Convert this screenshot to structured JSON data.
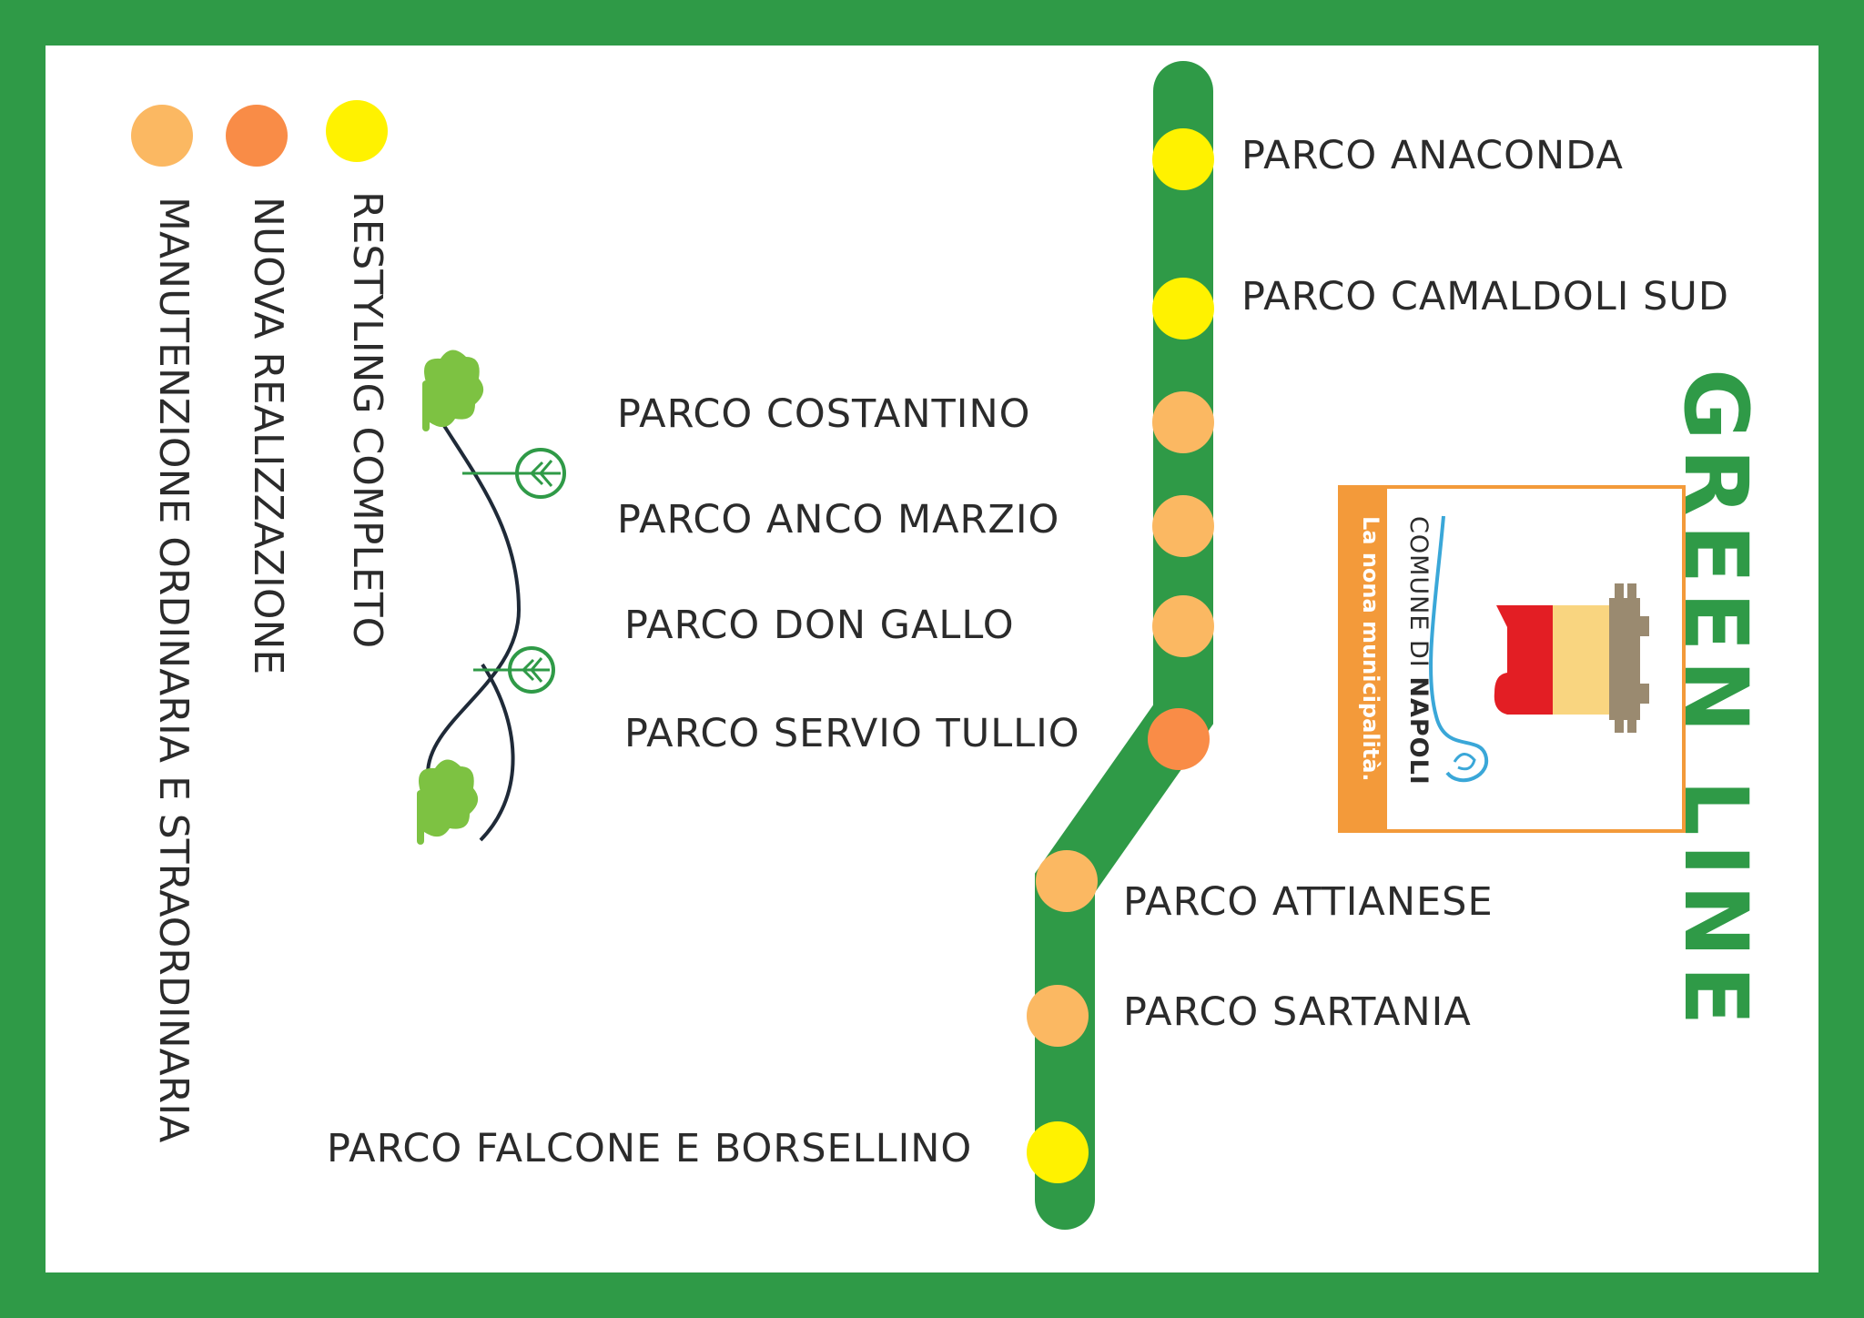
{
  "title": "GREEN LINE",
  "colors": {
    "frame": "#2f9a47",
    "line": "#2f9a47",
    "restyling": "#fff200",
    "nuova": "#f98c47",
    "manutenzione": "#fbb862",
    "label_text": "#2b2b2b"
  },
  "legend": [
    {
      "label": "RESTYLING COMPLETO",
      "status": "restyling"
    },
    {
      "label": "NUOVA REALIZZAZIONE",
      "status": "nuova"
    },
    {
      "label": "MANUTENZIONE ORDINARIA E STRAORDINARIA",
      "status": "manutenzione"
    }
  ],
  "stations": [
    {
      "name": "PARCO ANACONDA",
      "status": "restyling"
    },
    {
      "name": "PARCO CAMALDOLI SUD",
      "status": "restyling"
    },
    {
      "name": "PARCO COSTANTINO",
      "status": "manutenzione"
    },
    {
      "name": "PARCO ANCO MARZIO",
      "status": "manutenzione"
    },
    {
      "name": "PARCO DON GALLO",
      "status": "manutenzione"
    },
    {
      "name": "PARCO SERVIO TULLIO",
      "status": "nuova"
    },
    {
      "name": "PARCO ATTIANESE",
      "status": "manutenzione"
    },
    {
      "name": "PARCO SARTANIA",
      "status": "manutenzione"
    },
    {
      "name": "PARCO FALCONE E BORSELLINO",
      "status": "restyling"
    }
  ],
  "logo": {
    "comune_prefix": "COMUNE DI ",
    "comune_city": "NAPOLI",
    "tagline": "La nona municipalità.",
    "icon": "napoli-coat-of-arms-icon"
  },
  "decoration": {
    "icon": "sprout-branch-icon"
  }
}
